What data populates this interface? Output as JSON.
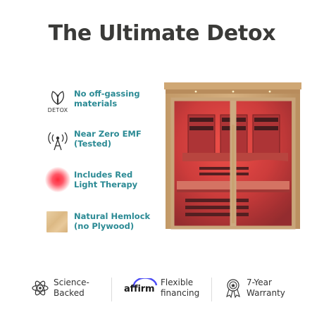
{
  "title": "The Ultimate Detox",
  "features": [
    {
      "icon": "detox-leaf-icon",
      "sub": "DETOX",
      "line1": "No off-gassing",
      "line2": "materials"
    },
    {
      "icon": "emf-antenna-icon",
      "line1": "Near Zero EMF",
      "line2": "(Tested)"
    },
    {
      "icon": "red-light-icon",
      "line1": "Includes Red",
      "line2": "Light Therapy"
    },
    {
      "icon": "hemlock-wood-swatch-icon",
      "line1": "Natural Hemlock",
      "line2": "(no Plywood)"
    }
  ],
  "bottom": {
    "science": {
      "line1": "Science-",
      "line2": "Backed"
    },
    "financing": {
      "logo": "affirm",
      "line1": "Flexible",
      "line2": "financing"
    },
    "warranty": {
      "line1": "7-Year",
      "line2": "Warranty"
    }
  },
  "colors": {
    "accent": "#2b8a94",
    "title": "#3a3a38",
    "wood": "#c9a57a",
    "red_glow": "#e0343a",
    "affirm_arc": "#4a4af4"
  }
}
